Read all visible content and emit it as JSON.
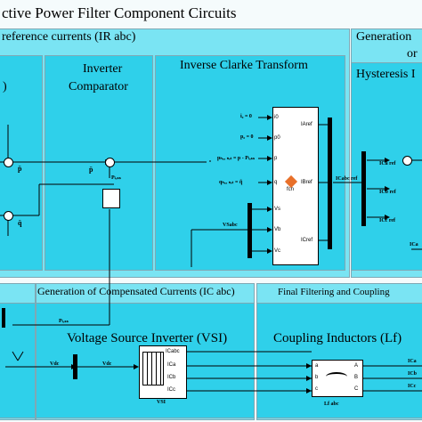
{
  "title": "ctive Power Filter Component Circuits",
  "reference": {
    "header": "reference currents (IR abc)",
    "inverter_comparator": [
      "Inverter",
      "Comparator"
    ],
    "inverse_clarke": "Inverse Clarke Transform",
    "left_partial": ")",
    "inputs": [
      "i₀ = 0",
      "p₀ = 0",
      "pₕₐₓ ₙₑₜ = p - Pₗₒₛₛ",
      "qₕₐₓ ₙₑₜ = q̃"
    ],
    "ports_left": [
      "i0",
      "p0",
      "p",
      "q",
      "Vs",
      "Vb",
      "Vc"
    ],
    "ports_right": [
      "IAref",
      "IBref",
      "ICref"
    ],
    "fcn": "fcn",
    "vsabc": "VSabc",
    "icabc_ref": "ICabc ref",
    "p_bar": "p̄",
    "q_bar": "q̄",
    "p_loss": "Pₗₒₛₛ"
  },
  "hysteresis": {
    "header": "Generation",
    "or": "or",
    "title": "Hysteresis I",
    "refs": [
      "ICa ref",
      "ICb ref",
      "ICc ref"
    ],
    "ia": "ICa"
  },
  "compensated": {
    "header": "Generation of Compensated Currents (IC abc)",
    "title": "Voltage Source Inverter (VSI)",
    "vdc1": "Vdc",
    "vdc2": "Vdc",
    "vsi": "VSI",
    "vsi_ports": [
      "ICabc",
      "ICa",
      "ICb",
      "ICc"
    ],
    "ploss": "Pₗₒₛₛ"
  },
  "filtering": {
    "header": "Final Filtering and Coupling",
    "title": "Coupling Inductors (Lf)",
    "lf_label": "Lf abc",
    "ports_left": [
      "a",
      "b",
      "c"
    ],
    "ports_right": [
      "A",
      "B",
      "C"
    ],
    "outputs": [
      "ICa",
      "ICb",
      "ICc"
    ]
  },
  "colors": {
    "region_fill": "#2fd0ea",
    "region_lite": "#7ae4f3",
    "border": "#7fa8b4",
    "line": "#000000"
  }
}
